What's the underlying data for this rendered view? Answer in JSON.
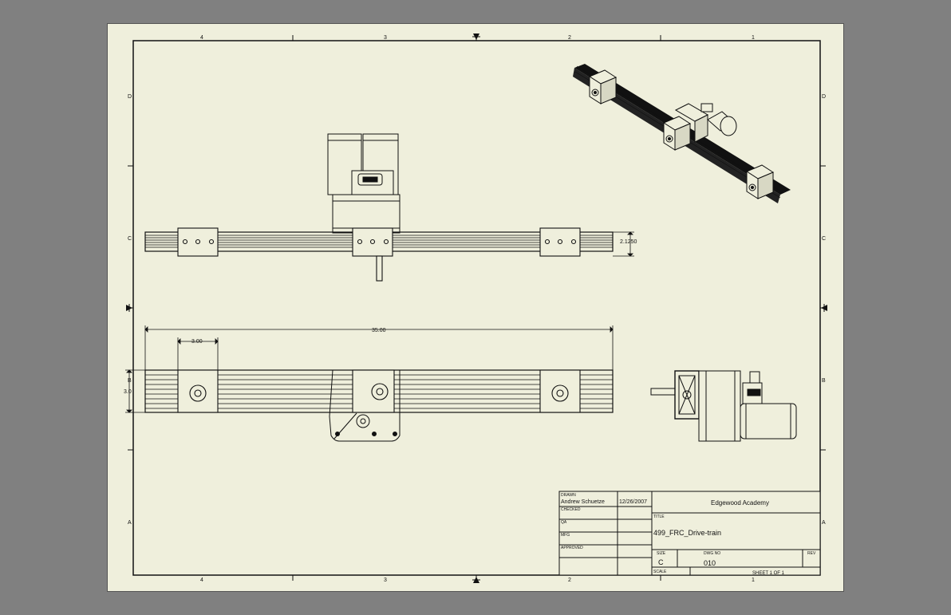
{
  "colors": {
    "paper": "#efefdc",
    "background": "#808080",
    "ink": "#111111"
  },
  "zones": {
    "columns": [
      "4",
      "3",
      "2",
      "1"
    ],
    "rows": [
      "D",
      "C",
      "B",
      "A"
    ]
  },
  "dimensions": {
    "height_front": "2.1250",
    "overall_length": "35.00",
    "block_width": "3.00",
    "rail_height": "3.0"
  },
  "title_block": {
    "drawn_label": "DRAWN",
    "drawn_by": "Andrew Schuetze",
    "drawn_date": "12/26/2007",
    "checked_label": "CHECKED",
    "qa_label": "QA",
    "mfg_label": "MFG",
    "approved_label": "APPROVED",
    "company": "Edgewood Academy",
    "title_label": "TITLE",
    "title": "499_FRC_Drive-train",
    "size_label": "SIZE",
    "size": "C",
    "dwg_no_label": "DWG NO",
    "dwg_no": "010",
    "rev_label": "REV",
    "scale_label": "SCALE",
    "sheet": "SHEET 1  OF 1"
  }
}
